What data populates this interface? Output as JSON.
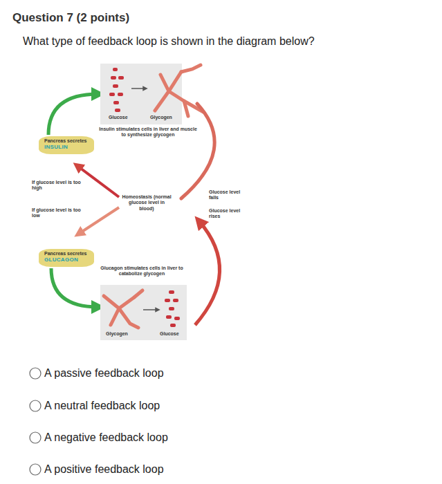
{
  "diagram": {
    "title": "Question 7 (2 points)",
    "nodes": [
      {
        "text": [
          "Glucose",
          "Glycogen"
        ]
      },
      {
        "text": [
          "Pancreas secretes",
          "INSULIN"
        ]
      },
      {
        "text": [
          "Pancreas secretes",
          "GLUCAGON"
        ]
      },
      {
        "text": [
          "Glycogen",
          "Glucose"
        ]
      }
    ],
    "edges": [
      {
        "from": 1,
        "to": 0,
        "arrow": "to"
      },
      {
        "from": 2,
        "to": 3,
        "arrow": "to"
      }
    ],
    "labels": [
      "What type of feedback loop is shown in the diagram below?",
      "Insulin stimulates cells in liver and muscle to synthesize glycogen",
      "If glucose level is too high",
      "If glucose level is too low",
      "Homeostasis (normal glucose level in blood)",
      "Glucose level falls",
      "Glucose level rises",
      "Glucagon stimulates cells in liver to catabolize glycogen",
      "A passive feedback loop",
      "A neutral feedback loop",
      "A negative feedback loop",
      "A positive feedback loop"
    ]
  }
}
